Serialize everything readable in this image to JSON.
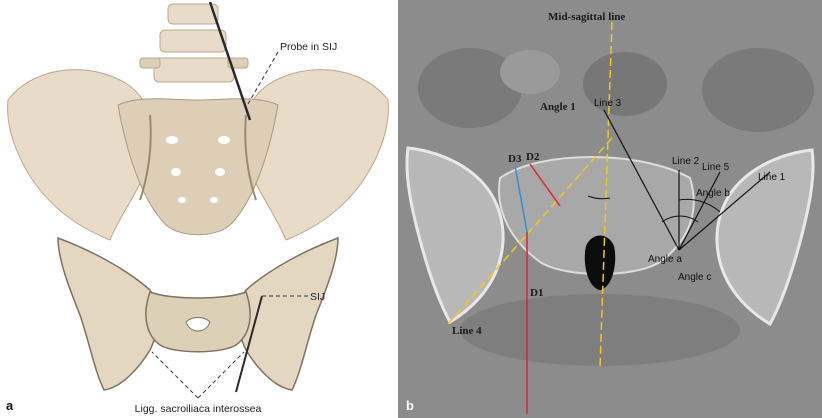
{
  "panel_a": {
    "letter": "a",
    "probe_label": "Probe in SIJ",
    "sij_label": "SIJ",
    "ligament_label": "Ligg. sacroiliaca interossea"
  },
  "panel_b": {
    "letter": "b",
    "midsagittal_label": "Mid-sagittal line",
    "angle1_label": "Angle 1",
    "d1_label": "D1",
    "d2_label": "D2",
    "d3_label": "D3",
    "line1_label": "Line 1",
    "line2_label": "Line 2",
    "line3_label": "Line 3",
    "line4_label": "Line 4",
    "line5_label": "Line 5",
    "angle_a_label": "Angle a",
    "angle_b_label": "Angle b",
    "angle_c_label": "Angle c"
  },
  "colors": {
    "bone": "#e8dcc8",
    "bone_shade": "#cdbfa6",
    "ct_bg": "#8c8c8c",
    "yellow_line": "#f2c81a",
    "red_line": "#d9262a",
    "blue_line": "#2f8fd8",
    "black_line": "#111111",
    "letter_a": "#111111",
    "letter_b": "#ffffff"
  }
}
